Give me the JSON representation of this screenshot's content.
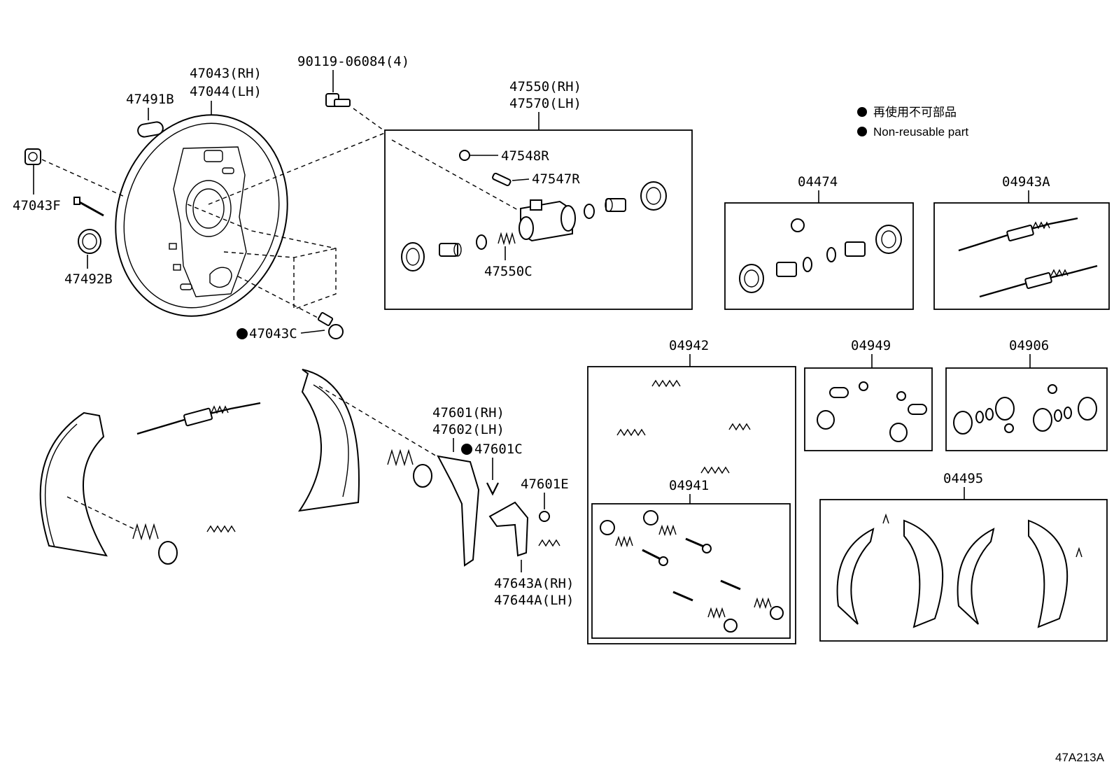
{
  "diagram_code": "47A213A",
  "legend": {
    "jp_text": "再使用不可部品",
    "en_text": "Non-reusable part"
  },
  "labels": {
    "p90119": "90119-06084(4)",
    "p47043rh": "47043(RH)",
    "p47044lh": "47044(LH)",
    "p47491b": "47491B",
    "p47043f": "47043F",
    "p47492b": "47492B",
    "p47043c": "47043C",
    "p47550rh": "47550(RH)",
    "p47570lh": "47570(LH)",
    "p47548r": "47548R",
    "p47547r": "47547R",
    "p47550c": "47550C",
    "k04474": "04474",
    "k04943a": "04943A",
    "k04942": "04942",
    "k04941": "04941",
    "k04949": "04949",
    "k04906": "04906",
    "k04495": "04495",
    "p47601rh": "47601(RH)",
    "p47602lh": "47602(LH)",
    "p47601c": "47601C",
    "p47601e": "47601E",
    "p47643arh": "47643A(RH)",
    "p47644alh": "47644A(LH)"
  }
}
